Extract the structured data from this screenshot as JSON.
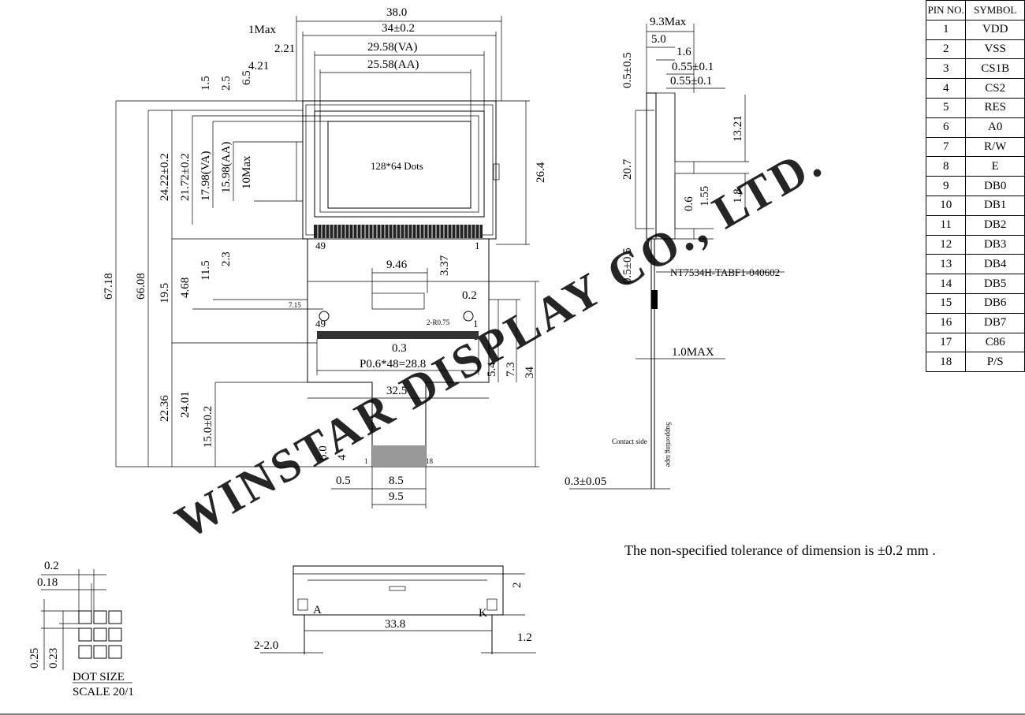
{
  "watermark": "WINSTAR DISPLAY CO., LTD.",
  "pin_table": {
    "headers": [
      "PIN NO.",
      "SYMBOL"
    ],
    "rows": [
      [
        "1",
        "VDD"
      ],
      [
        "2",
        "VSS"
      ],
      [
        "3",
        "CS1B"
      ],
      [
        "4",
        "CS2"
      ],
      [
        "5",
        "RES"
      ],
      [
        "6",
        "A0"
      ],
      [
        "7",
        "R/W"
      ],
      [
        "8",
        "E"
      ],
      [
        "9",
        "DB0"
      ],
      [
        "10",
        "DB1"
      ],
      [
        "11",
        "DB2"
      ],
      [
        "12",
        "DB3"
      ],
      [
        "13",
        "DB4"
      ],
      [
        "14",
        "DB5"
      ],
      [
        "15",
        "DB6"
      ],
      [
        "16",
        "DB7"
      ],
      [
        "17",
        "C86"
      ],
      [
        "18",
        "P/S"
      ]
    ]
  },
  "front_view": {
    "display_label": "128*64 Dots",
    "top_dims": {
      "overall": "38.0",
      "bezel": "34±0.2",
      "va": "29.58(VA)",
      "aa": "25.58(AA)",
      "max_offset": "1Max",
      "left_221": "2.21",
      "left_421": "4.21"
    },
    "left_dims": {
      "d15": "1.5",
      "d25": "2.5",
      "d65": "6.5",
      "overall_h": "67.18",
      "h2": "66.08",
      "outline": "24.22±0.2",
      "va": "21.72±0.2",
      "va2": "17.98(VA)",
      "aa": "15.98(AA)",
      "max10": "10Max",
      "d195": "19.5",
      "d468": "4.68",
      "d115": "11.5",
      "d23": "2.3",
      "d2236": "22.36",
      "d2401": "24.01",
      "d150": "15.0±0.2",
      "d60": "6.0",
      "d4": "4"
    },
    "right_dims": {
      "d264": "26.4",
      "d02": "0.2",
      "d54": "5.4",
      "d73": "7.3",
      "d34": "34"
    },
    "fpc_dims": {
      "d946": "9.46",
      "d337": "3.37",
      "pitch": "P0.6*48=28.8",
      "d03": "0.3",
      "hole": "2-R0.75",
      "small": "7.15",
      "d325": "32.5",
      "d05": "0.5",
      "d85": "8.5",
      "d95": "9.5"
    },
    "pin_marks": {
      "left49": "49",
      "right1": "1",
      "left49b": "49",
      "right1b": "1",
      "con1": "1",
      "con18": "18"
    }
  },
  "side_view": {
    "d93max": "9.3Max",
    "d50": "5.0",
    "d16": "1.6",
    "d055a": "0.55±0.1",
    "d055b": "0.55±0.1",
    "d05top": "0.5±0.5",
    "d1321": "13.21",
    "d207": "20.7",
    "d18": "1.8",
    "d06": "0.6",
    "d155": "1.55",
    "d05mid": "0.5±0.5",
    "ic_label": "NT7534H-TABF1-040602",
    "d10max": "1.0MAX",
    "contact_side": "Contact side",
    "supporting_tape": "Supporting tape",
    "thickness": "0.3±0.05"
  },
  "backlight_view": {
    "d338": "33.8",
    "d22": "2-2.0",
    "d2": "2",
    "d12": "1.2",
    "anode": "A",
    "cathode": "K"
  },
  "dot_view": {
    "d02": "0.2",
    "d018": "0.18",
    "d025": "0.25",
    "d023": "0.23",
    "caption1": "DOT SIZE",
    "caption2": "SCALE 20/1"
  },
  "note": "The non-specified tolerance of dimension is ±0.2 mm ."
}
